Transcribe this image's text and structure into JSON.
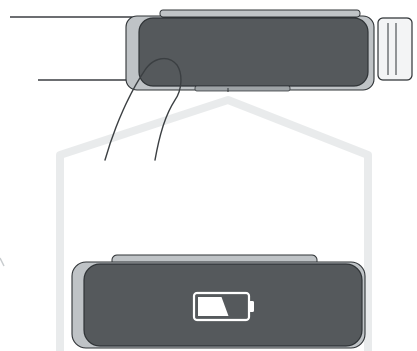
{
  "diagram": {
    "colors": {
      "background": "#ffffff",
      "device_shell": "#bfc3c6",
      "device_face": "#55595c",
      "device_outline": "#2f3336",
      "house_outline": "#e9ebec",
      "finger_line": "#3b3f42",
      "clasp_fill": "#f3f4f5",
      "battery_fill": "#ffffff"
    },
    "icons": [
      "band-strap",
      "buckle-clasp",
      "finger-press",
      "house-outline",
      "battery-low-icon"
    ],
    "battery": {
      "level": 0.5
    }
  }
}
